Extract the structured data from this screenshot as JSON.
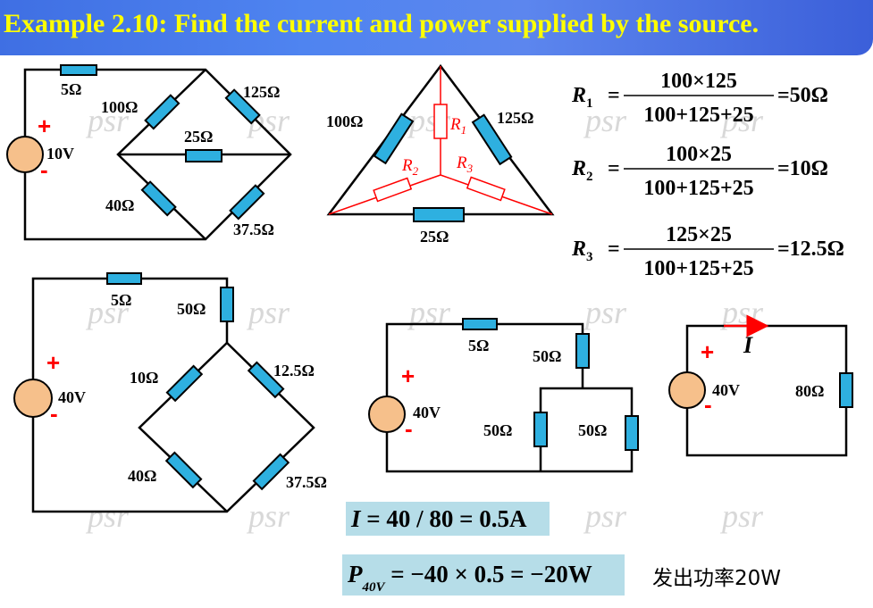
{
  "title": "Example 2.10: Find the current and power supplied by the source.",
  "watermark": "psr",
  "circuit1": {
    "source": "10V",
    "plus": "+",
    "minus": "-",
    "r_series": "5Ω",
    "r_top_left": "100Ω",
    "r_top_right": "125Ω",
    "r_middle": "25Ω",
    "r_bottom_left": "40Ω",
    "r_bottom_right": "37.5Ω"
  },
  "delta_wye": {
    "r_left": "100Ω",
    "r_right": "125Ω",
    "r_bottom": "25Ω",
    "labels": {
      "r1": "R",
      "r1_sub": "1",
      "r2": "R",
      "r2_sub": "2",
      "r3": "R",
      "r3_sub": "3"
    }
  },
  "equations": [
    {
      "var": "R",
      "sub": "1",
      "numerator": "100×125",
      "denominator": "100+125+25",
      "result": "=50Ω"
    },
    {
      "var": "R",
      "sub": "2",
      "numerator": "100×25",
      "denominator": "100+125+25",
      "result": "=10Ω"
    },
    {
      "var": "R",
      "sub": "3",
      "numerator": "125×25",
      "denominator": "100+125+25",
      "result": "=12.5Ω"
    }
  ],
  "circuit2": {
    "source": "40V",
    "plus": "+",
    "minus": "-",
    "r_series": "5Ω",
    "r_wye1": "50Ω",
    "r_top_left": "10Ω",
    "r_top_right": "12.5Ω",
    "r_bottom_left": "40Ω",
    "r_bottom_right": "37.5Ω"
  },
  "circuit3": {
    "source": "40V",
    "plus": "+",
    "minus": "-",
    "r_series": "5Ω",
    "r_wye1": "50Ω",
    "r_left": "50Ω",
    "r_right": "50Ω"
  },
  "circuit4": {
    "source": "40V",
    "plus": "+",
    "minus": "-",
    "current": "I",
    "r_load": "80Ω"
  },
  "current_formula": {
    "lhs": "I",
    "rhs": "= 40 / 80 = 0.5A"
  },
  "power_formula": {
    "lhs": "P",
    "sub": "40V",
    "rhs": "= −40 × 0.5 = −20W"
  },
  "note": "发出功率20W",
  "colors": {
    "title_text": "#ffff00",
    "resistor": "#2eb0e0",
    "source": "#f6c08b",
    "wye": "#ff0000",
    "formula_bg": "#b6dde8"
  }
}
